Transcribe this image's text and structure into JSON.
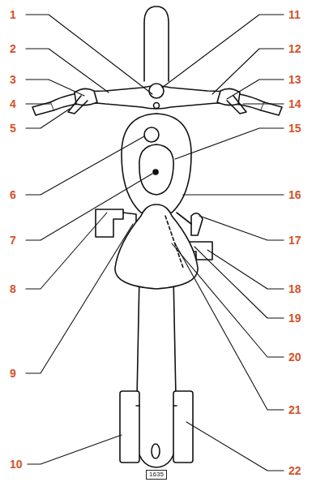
{
  "diagram": {
    "nodes": [
      {
        "text": [
          "1635"
        ]
      }
    ],
    "labels": [
      "1",
      "2",
      "3",
      "4",
      "5",
      "6",
      "7",
      "8",
      "9",
      "10",
      "11",
      "12",
      "13",
      "14",
      "15",
      "16",
      "17",
      "18",
      "19",
      "20",
      "21",
      "22"
    ]
  }
}
